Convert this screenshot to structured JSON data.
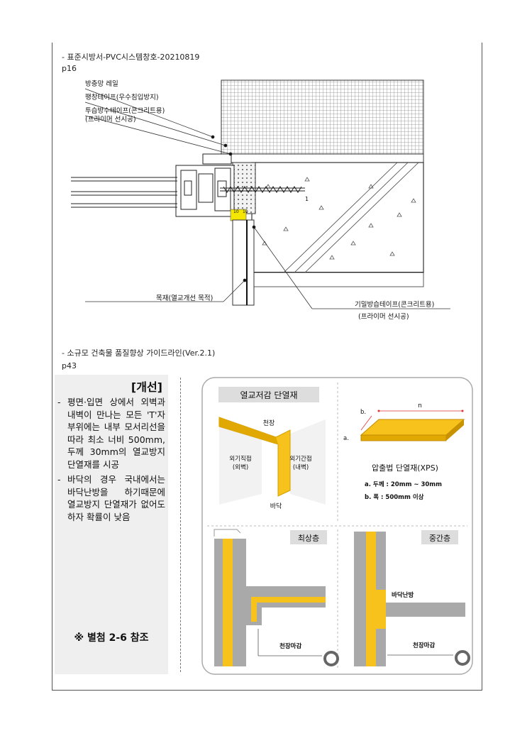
{
  "section1": {
    "source": "- 표준시방서-PVC시스템창호-20210819",
    "page": "p16",
    "labels": {
      "screen_rail": "방충망 레일",
      "expansion_tape": "팽창테이프(우수침입방지)",
      "permeable_tape": "투습방수테이프(콘크리트용)",
      "permeable_tape_note": "(프라이머 선시공)",
      "wood": "목재(열교개선 목적)",
      "airtight_tape": "기밀방습테이프(콘크리트용)",
      "airtight_tape_note": "(프라이머 선시공)",
      "dim1": "10",
      "dim2": "10",
      "mark": "1"
    }
  },
  "section2": {
    "source": "- 소규모 건축물 품질향상 가이드라인(Ver.2.1)",
    "page": "p43",
    "panel": {
      "title": "[개선]",
      "bullets": [
        "평면·입면 상에서 외벽과 내벽이 만나는 모든 'T'자 부위에는 내부 모서리선을 따라 최소 너비 500mm, 두께 30mm의 열교방지 단열재를 시공",
        "바닥의 경우 국내에서는 바닥난방을 하기때문에 열교방지 단열재가 없어도 하자 확률이 낮음"
      ],
      "reference": "※ 별첨 2-6 참조"
    },
    "figure": {
      "box1_title": "열교저감 단열재",
      "ceiling": "천장",
      "outer_wall": "외기직접\n(외벽)",
      "inner_wall": "외기간접\n(내벽)",
      "floor": "바닥",
      "n_label": "n",
      "b_label": "b.",
      "a_label": "a.",
      "xps_title": "압출법 단열재(XPS)",
      "xps_a": "a. 두께 : 20mm ~ 30mm",
      "xps_b": "b. 폭 : 500mm 이상",
      "top_floor": "최상층",
      "mid_floor": "중간층",
      "floor_heating": "바닥난방",
      "ceiling_finish_1": "천장마감",
      "ceiling_finish_2": "천장마감"
    }
  },
  "colors": {
    "insulation": "#f7c21b",
    "concrete": "#a9a9a9",
    "highlight": "#f4e600"
  }
}
